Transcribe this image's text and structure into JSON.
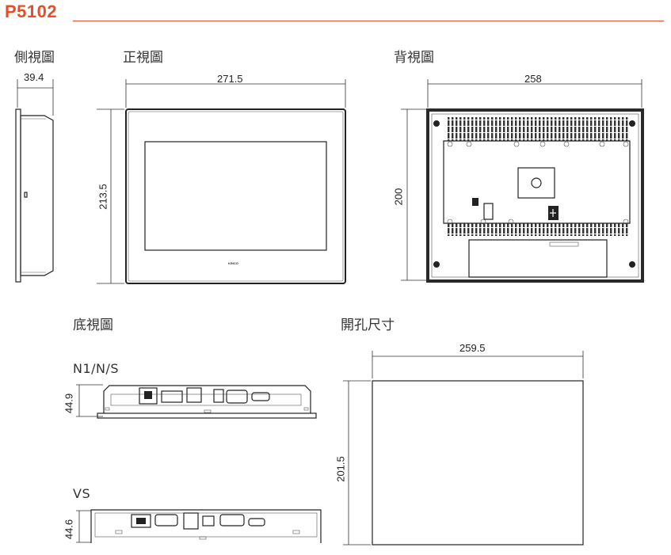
{
  "model": "P5102",
  "views": {
    "side": "側視圖",
    "front": "正視圖",
    "back": "背視圖",
    "bottom": "底視圖",
    "cutout": "開孔尺寸"
  },
  "bottom_variants": {
    "n1": "N1/N/S",
    "vs": "VS"
  },
  "dimensions": {
    "side_depth": "39.4",
    "front_width": "271.5",
    "front_height": "213.5",
    "back_width": "258",
    "back_height": "200",
    "bottom_n1_depth": "44.9",
    "bottom_vs_depth": "44.6",
    "cutout_width": "259.5",
    "cutout_height": "201.5"
  },
  "brand_mark": "KINCO",
  "colors": {
    "accent": "#e1502b",
    "line": "#222222"
  }
}
